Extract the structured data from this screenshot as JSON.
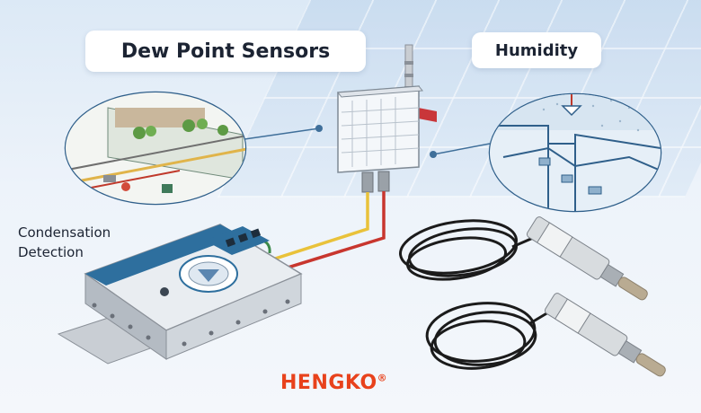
{
  "titles": {
    "dew_point": "Dew Point Sensors",
    "humidity": "Humidity"
  },
  "labels": {
    "condensation_line1": "Condensation",
    "condensation_line2": "Detection"
  },
  "brand": {
    "name": "HENGKO",
    "mark": "®"
  },
  "colors": {
    "brand_red": "#e8421c",
    "wire_yellow": "#e9c23a",
    "wire_red": "#c8362e",
    "device_blue": "#2e6f9e"
  },
  "icons": {
    "transmitter": "dew-point-transmitter-icon",
    "sensor_probe": "sensor-probe-icon",
    "controller": "condensation-controller-icon"
  }
}
